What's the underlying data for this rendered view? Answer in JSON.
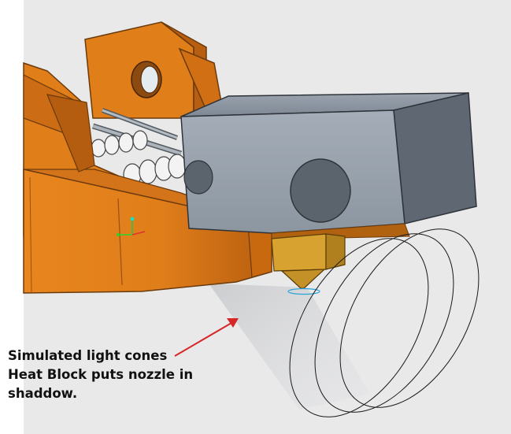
{
  "annotation": {
    "lines": [
      "Simulated light cones",
      "Heat Block puts nozzle in",
      "shaddow."
    ]
  },
  "colors": {
    "viewport_bg": "#e9e9ea",
    "part_orange": "#e07e1a",
    "heat_block_gray": "#8b95a0",
    "nozzle_brass": "#d8a230",
    "arrow_red": "#d62626"
  },
  "icons": {
    "axis_triad": "xyz-axis-triad-icon",
    "arrow": "arrow-icon"
  }
}
